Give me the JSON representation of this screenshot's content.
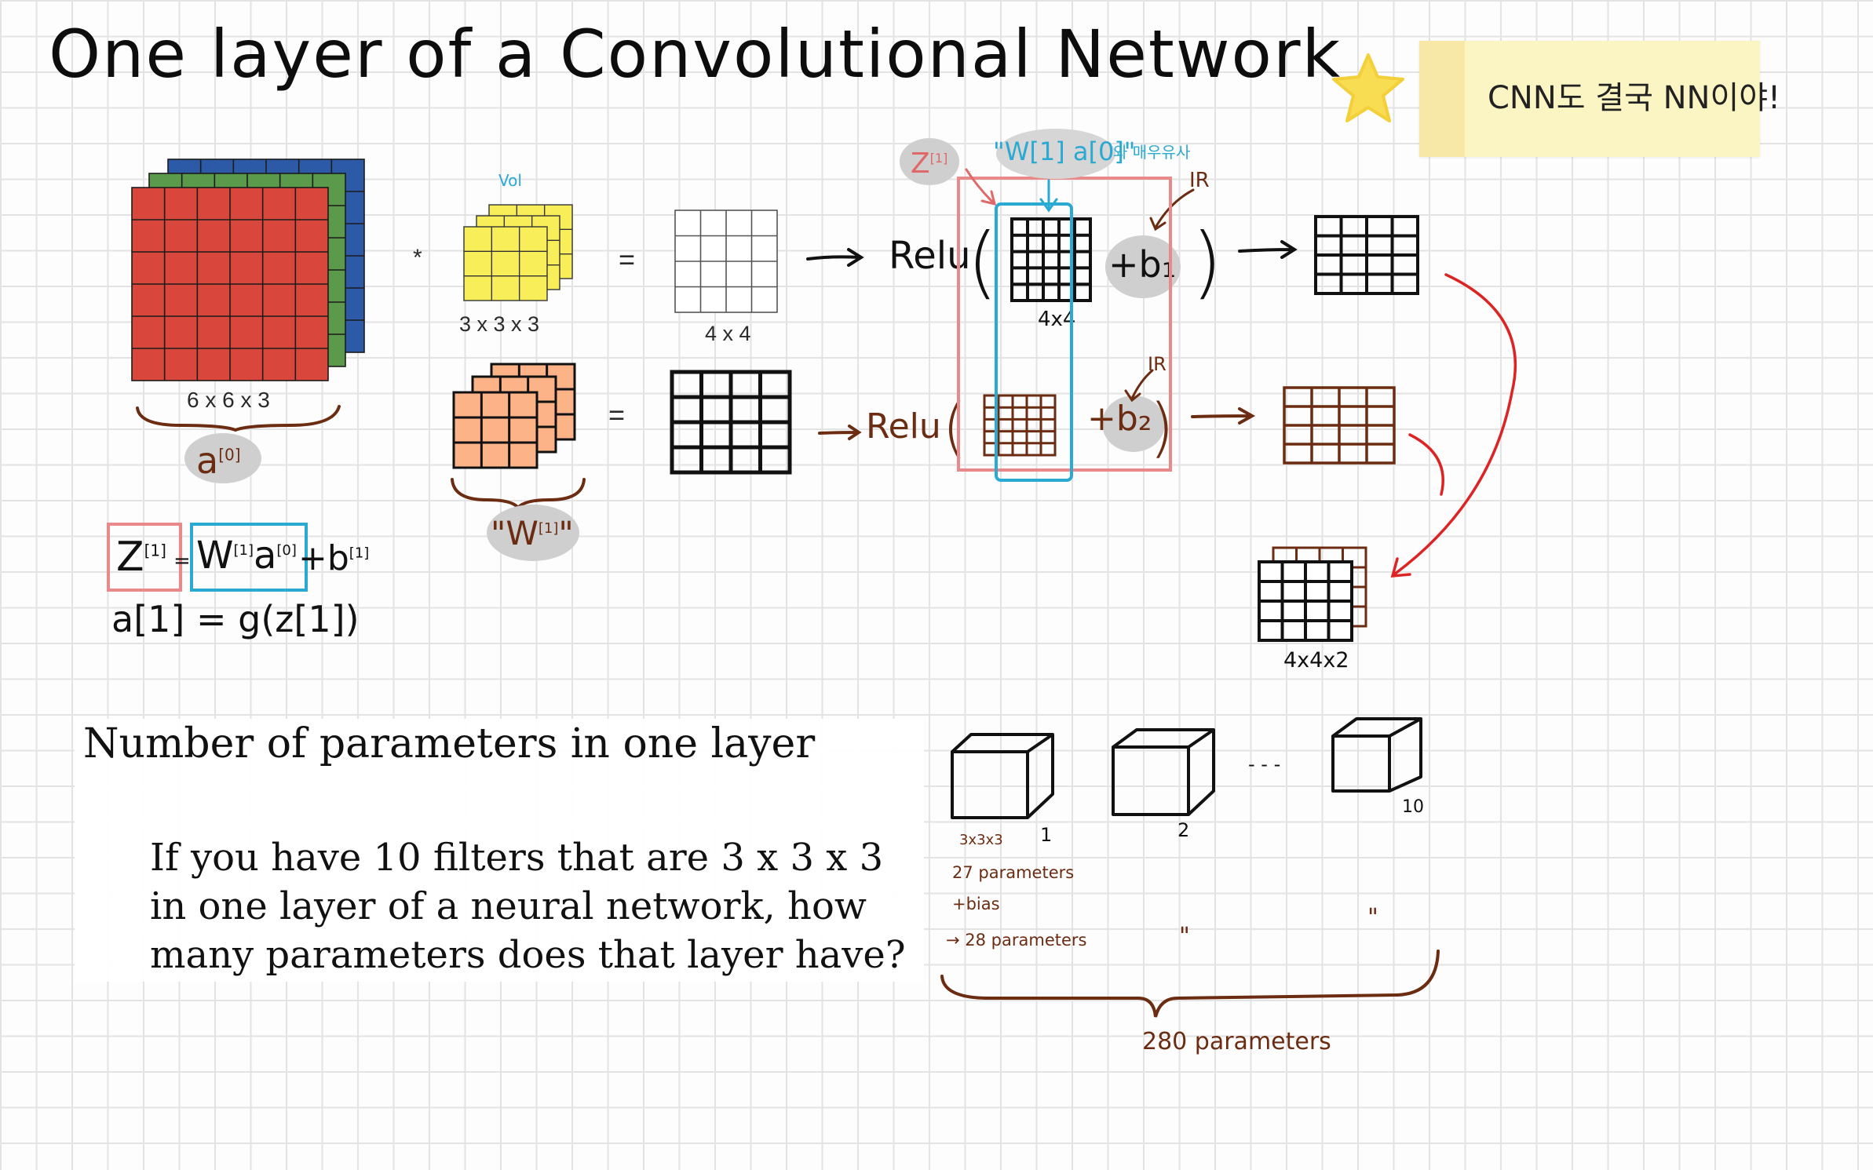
{
  "title": "One layer of a Convolutional Network",
  "note": {
    "text": "CNN도 결국 NN이야!"
  },
  "diagram": {
    "input_size_label": "6 x 6 x 3",
    "input_symbol": "a",
    "input_superscript": "[0]",
    "filter_size_label": "3 x 3 x 3",
    "filter_top_annotation": "Vol",
    "weights_symbol": "\"W",
    "weights_superscript": "[1]",
    "weights_close_quote": "\"",
    "operator_multiply": "*",
    "operator_equals": "=",
    "output_size_label": "4 x 4",
    "relu_label": "Relu",
    "z_symbol": "Z",
    "z_superscript": "[1]",
    "wa_annotation": "\"W[1] a[0]\"",
    "similar_text": "와 매우유사",
    "bias_1": "+b₁",
    "bias_2": "+b₂",
    "bias_type_1": "IR",
    "bias_type_2": "IR",
    "conv_size_label": "4x4",
    "stacked_size_label": "4x4x2"
  },
  "equations": {
    "z_lhs": "Z",
    "z_lhs_sup": "[1]",
    "equals": "=",
    "w": "W",
    "w_sup": "[1]",
    "a": "a",
    "a_sup": "[0]",
    "plus_b": "+b",
    "b_sup": "[1]",
    "line2": "a[1] = g(z[1])"
  },
  "question": {
    "heading": "Number of parameters in one layer",
    "line1": "If you have 10 filters that are 3 x 3 x 3",
    "line2": "in one layer of a neural network, how",
    "line3": "many parameters does that layer have?"
  },
  "parameters": {
    "filter_numbers": [
      "1",
      "2",
      "10"
    ],
    "ellipsis": "- - -",
    "filter_dims": "3x3x3",
    "params_line": "27 parameters",
    "bias_line": "+bias",
    "result_line": "→ 28 parameters",
    "ditto": "\"",
    "total": "280 parameters"
  },
  "colors": {
    "red_channel": "#d9473c",
    "green_channel": "#5a9a4a",
    "blue_channel": "#2d5aa6",
    "filter_yellow": "#f8ee5a",
    "filter_orange": "#fbb387",
    "pink_box": "#e88a8a",
    "cyan_box": "#2aa9d2",
    "brown_ink": "#6b2c12",
    "red_arrow": "#dd2424",
    "highlight_gray": "#cfcfcf",
    "star_yellow": "#f8dc52"
  }
}
